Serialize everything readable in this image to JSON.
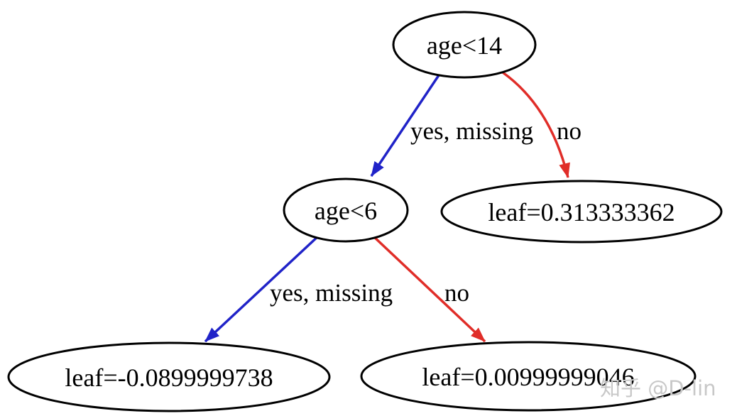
{
  "diagram": {
    "type": "decision-tree",
    "nodes": [
      {
        "id": "root",
        "label": "age<14",
        "kind": "split"
      },
      {
        "id": "mid-left",
        "label": "age<6",
        "kind": "split"
      },
      {
        "id": "mid-right",
        "label": "leaf=0.313333362",
        "kind": "leaf"
      },
      {
        "id": "bottom-left",
        "label": "leaf=-0.0899999738",
        "kind": "leaf"
      },
      {
        "id": "bottom-right",
        "label": "leaf=0.00999999046",
        "kind": "leaf"
      }
    ],
    "edges": [
      {
        "from": "age<14",
        "to": "age<6",
        "label": "yes, missing",
        "color": "#2023c8"
      },
      {
        "from": "age<14",
        "to": "leaf=0.313333362",
        "label": "no",
        "color": "#e02d28"
      },
      {
        "from": "age<6",
        "to": "leaf=-0.0899999738",
        "label": "yes, missing",
        "color": "#2023c8"
      },
      {
        "from": "age<6",
        "to": "leaf=0.00999999046",
        "label": "no",
        "color": "#e02d28"
      }
    ]
  },
  "colors": {
    "node_stroke": "#000000",
    "node_fill": "#ffffff",
    "text": "#000000",
    "yes_edge": "#2023c8",
    "no_edge": "#e02d28",
    "background": "#ffffff",
    "watermark": "#c8c8c8"
  },
  "watermark": {
    "text": "知乎 @D-lin"
  }
}
